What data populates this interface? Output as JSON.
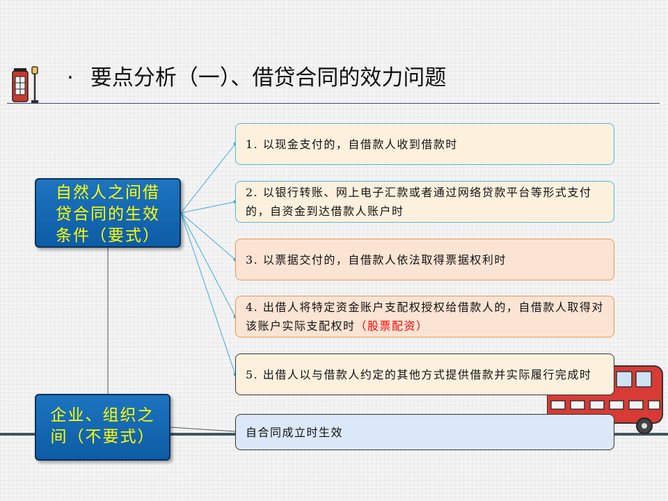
{
  "header": {
    "bullet": "·",
    "title": "要点分析（一）、借贷合同的效力问题"
  },
  "categories": {
    "natural": {
      "lines": [
        "自然人之间借",
        "贷合同的生效",
        "条件（要式）"
      ]
    },
    "enterprise": {
      "lines": [
        "企业、组织之",
        "间（不要式）"
      ]
    }
  },
  "conditions": [
    {
      "text": "1. 以现金支付的，自借款人收到借款时"
    },
    {
      "text": "2. 以银行转账、网上电子汇款或者通过网络贷款平台等形式支付的，自资金到达借款人账户时"
    },
    {
      "text": "3. 以票据交付的，自借款人依法取得票据权利时"
    },
    {
      "text": "4. 出借人将特定资金账户支配权授权给借款人的，自借款人取得对该账户实际支配权时",
      "highlight": "（股票配资）"
    },
    {
      "text": "5. 出借人以与借款人约定的其他方式提供借款并实际履行完成时"
    }
  ],
  "enterprise_effect": "自合同成立时生效",
  "colors": {
    "category_fill": "#1d74bf",
    "category_text": "#ffff00",
    "highlight": "#ff0000",
    "connector": "#3fa9e0"
  }
}
